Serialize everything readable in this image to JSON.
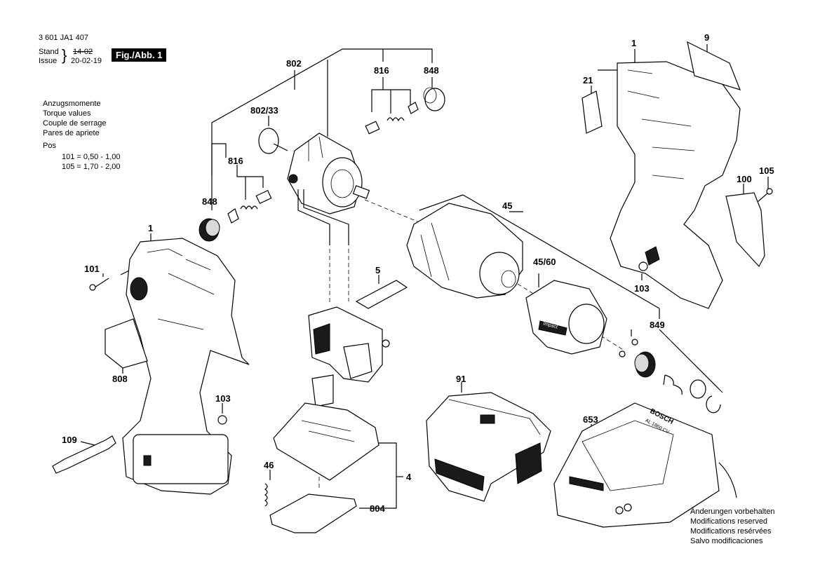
{
  "header": {
    "doc_number": "3 601 JA1 407",
    "stand_label": "Stand",
    "issue_label": "Issue",
    "old_date": "14-02",
    "new_date": "20-02-19",
    "figure_label": "Fig./Abb. 1"
  },
  "torque_box": {
    "lines": [
      "Anzugsmomente",
      "Torque values",
      "Couple de serrage",
      "Pares de apriete"
    ],
    "pos_label": "Pos",
    "rows": [
      "101 = 0,50 - 1,00",
      "105 = 1,70 - 2,00"
    ]
  },
  "labels": {
    "p1_left": "1",
    "p1_right": "1",
    "p4": "4",
    "p5": "5",
    "p9": "9",
    "p21": "21",
    "p45": "45",
    "p45_60": "45/60",
    "p46": "46",
    "p91": "91",
    "p100": "100",
    "p101": "101",
    "p103_left": "103",
    "p103_right": "103",
    "p105": "105",
    "p109": "109",
    "p653": "653",
    "p802": "802",
    "p802_33": "802/33",
    "p804": "804",
    "p808": "808",
    "p816_top": "816",
    "p816_left": "816",
    "p848_top": "848",
    "p848_left": "848",
    "p849": "849"
  },
  "footer": {
    "lines": [
      "Änderungen vorbehalten",
      "Modifications reserved",
      "Modifications resérvées",
      "Salvo modificaciones"
    ]
  },
  "product_marks": {
    "charger_brand": "BOSCH",
    "charger_model": "AL 1860 CV",
    "cover_text": "Impact"
  }
}
